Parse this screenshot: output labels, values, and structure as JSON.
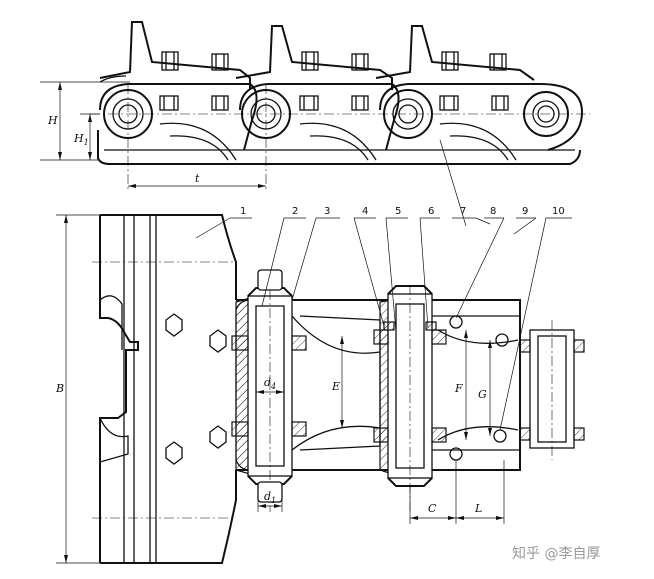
{
  "part_numbers": [
    "1",
    "2",
    "3",
    "4",
    "5",
    "6",
    "7",
    "8",
    "9",
    "10"
  ],
  "dimensions": {
    "H": "H",
    "H1": "H",
    "H1_sub": "1",
    "t": "t",
    "B": "B",
    "d4": "d",
    "d4_sub": "4",
    "d1": "d",
    "d1_sub": "1",
    "E": "E",
    "F": "F",
    "G": "G",
    "C": "C",
    "L": "L"
  },
  "watermark": "知乎 @李自厚"
}
